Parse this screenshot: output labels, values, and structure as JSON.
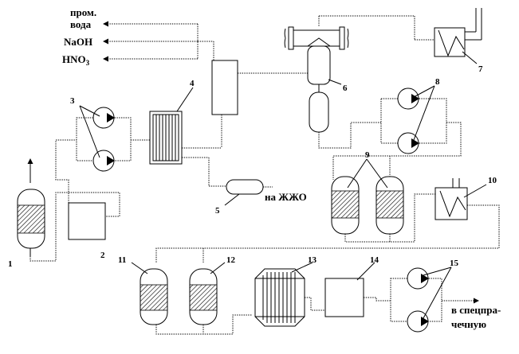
{
  "inputs": {
    "water_line1": "пром.",
    "water_line2": "вода",
    "naoh": "NaOH",
    "hno3_main": "HNO",
    "hno3_sub": "3"
  },
  "outputs": {
    "to_zhzho": "на ЖЖО",
    "special_line1": "в спецпра-",
    "special_line2": "чечную"
  },
  "labels": [
    "1",
    "2",
    "3",
    "4",
    "5",
    "6",
    "7",
    "8",
    "9",
    "10",
    "11",
    "12",
    "13",
    "14",
    "15"
  ]
}
